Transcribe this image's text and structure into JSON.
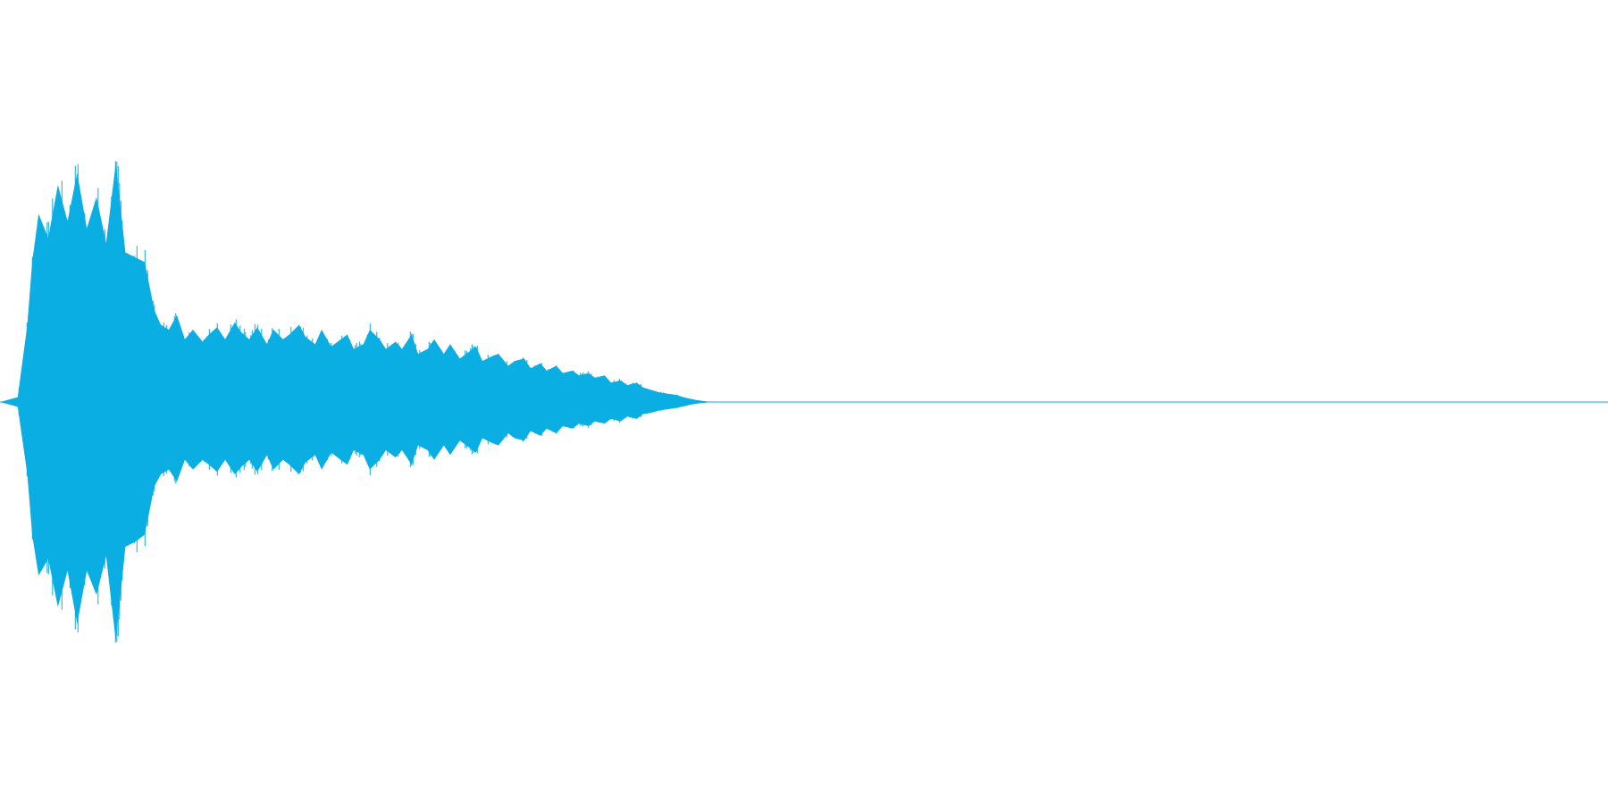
{
  "chart_data": {
    "type": "area",
    "title": "",
    "xlabel": "",
    "ylabel": "",
    "xlim": [
      0,
      1
    ],
    "ylim": [
      -1,
      1
    ],
    "grid": false,
    "legend": "none",
    "color": "#0aaee3",
    "series": [
      {
        "x": [
          0.0,
          0.011,
          0.017,
          0.02,
          0.024,
          0.03,
          0.036,
          0.042,
          0.048,
          0.054,
          0.06,
          0.066,
          0.072,
          0.078,
          0.084,
          0.09,
          0.096,
          0.1,
          0.105,
          0.11,
          0.115,
          0.12,
          0.126,
          0.13,
          0.135,
          0.14,
          0.146,
          0.15,
          0.155,
          0.16,
          0.166,
          0.17,
          0.176,
          0.18,
          0.186,
          0.19,
          0.196,
          0.2,
          0.206,
          0.21,
          0.216,
          0.22,
          0.226,
          0.23,
          0.236,
          0.24,
          0.246,
          0.25,
          0.256,
          0.26,
          0.266,
          0.27,
          0.276,
          0.28,
          0.286,
          0.29,
          0.296,
          0.3,
          0.306,
          0.31,
          0.316,
          0.32,
          0.326,
          0.33,
          0.336,
          0.34,
          0.346,
          0.35,
          0.356,
          0.36,
          0.366,
          0.37,
          0.376,
          0.38,
          0.386,
          0.39,
          0.396,
          0.4,
          0.405,
          0.41,
          0.415,
          0.42,
          0.425,
          0.43,
          0.435,
          0.44,
          0.5,
          0.6,
          0.7,
          0.8,
          0.9,
          1.0
        ],
        "upper": [
          0.0,
          0.02,
          0.32,
          0.58,
          0.78,
          0.68,
          0.9,
          0.75,
          0.95,
          0.72,
          0.85,
          0.66,
          0.99,
          0.62,
          0.6,
          0.58,
          0.38,
          0.32,
          0.3,
          0.36,
          0.26,
          0.3,
          0.25,
          0.28,
          0.31,
          0.26,
          0.33,
          0.29,
          0.26,
          0.31,
          0.24,
          0.3,
          0.26,
          0.28,
          0.32,
          0.27,
          0.24,
          0.3,
          0.23,
          0.25,
          0.28,
          0.22,
          0.24,
          0.3,
          0.26,
          0.22,
          0.25,
          0.22,
          0.28,
          0.2,
          0.22,
          0.26,
          0.2,
          0.24,
          0.18,
          0.2,
          0.23,
          0.17,
          0.19,
          0.2,
          0.15,
          0.17,
          0.18,
          0.14,
          0.16,
          0.13,
          0.15,
          0.12,
          0.13,
          0.11,
          0.12,
          0.1,
          0.11,
          0.08,
          0.09,
          0.07,
          0.08,
          0.06,
          0.05,
          0.04,
          0.035,
          0.03,
          0.02,
          0.012,
          0.006,
          0.002,
          0.0,
          0.0,
          0.0,
          0.0,
          0.0,
          0.0
        ],
        "lower": [
          0.0,
          -0.02,
          -0.3,
          -0.55,
          -0.72,
          -0.65,
          -0.85,
          -0.7,
          -0.92,
          -0.7,
          -0.8,
          -0.64,
          -0.99,
          -0.6,
          -0.58,
          -0.55,
          -0.35,
          -0.3,
          -0.28,
          -0.33,
          -0.24,
          -0.28,
          -0.24,
          -0.26,
          -0.29,
          -0.24,
          -0.3,
          -0.27,
          -0.24,
          -0.29,
          -0.22,
          -0.28,
          -0.24,
          -0.26,
          -0.3,
          -0.25,
          -0.22,
          -0.28,
          -0.21,
          -0.23,
          -0.26,
          -0.2,
          -0.22,
          -0.28,
          -0.24,
          -0.2,
          -0.23,
          -0.2,
          -0.26,
          -0.18,
          -0.2,
          -0.24,
          -0.18,
          -0.22,
          -0.16,
          -0.18,
          -0.21,
          -0.15,
          -0.17,
          -0.18,
          -0.13,
          -0.15,
          -0.16,
          -0.12,
          -0.14,
          -0.11,
          -0.13,
          -0.1,
          -0.11,
          -0.09,
          -0.1,
          -0.08,
          -0.09,
          -0.07,
          -0.08,
          -0.06,
          -0.07,
          -0.05,
          -0.045,
          -0.035,
          -0.03,
          -0.025,
          -0.018,
          -0.01,
          -0.005,
          -0.002,
          0.0,
          0.0,
          0.0,
          0.0,
          0.0,
          0.0
        ]
      }
    ]
  }
}
